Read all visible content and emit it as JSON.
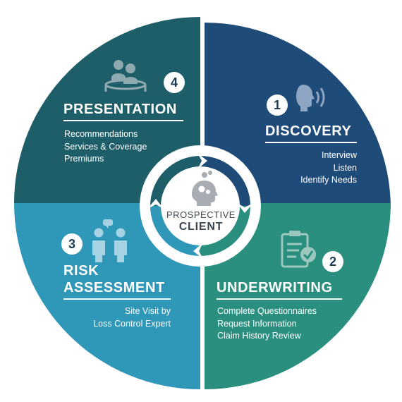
{
  "center": {
    "line1": "PROSPECTIVE",
    "line2": "CLIENT",
    "icon": "head-gears-icon"
  },
  "steps": [
    {
      "number": "1",
      "title": "DISCOVERY",
      "items": [
        "Interview",
        "Listen",
        "Identify Needs"
      ],
      "color": "#1f4b78",
      "icon": "speaking-head-icon"
    },
    {
      "number": "2",
      "title": "UNDERWRITING",
      "items": [
        "Complete Questionnaires",
        "Request Information",
        "Claim History Review"
      ],
      "color": "#2b8f7f",
      "icon": "clipboard-check-icon"
    },
    {
      "number": "3",
      "title": [
        "RISK",
        "ASSESSMENT"
      ],
      "items": [
        "Site Visit by",
        "Loss Control Expert"
      ],
      "color": "#2f97b8",
      "icon": "people-talking-icon"
    },
    {
      "number": "4",
      "title": "PRESENTATION",
      "items": [
        "Recommendations",
        "Services & Coverage",
        "Premiums"
      ],
      "color": "#1e5e69",
      "icon": "audience-icon"
    }
  ]
}
